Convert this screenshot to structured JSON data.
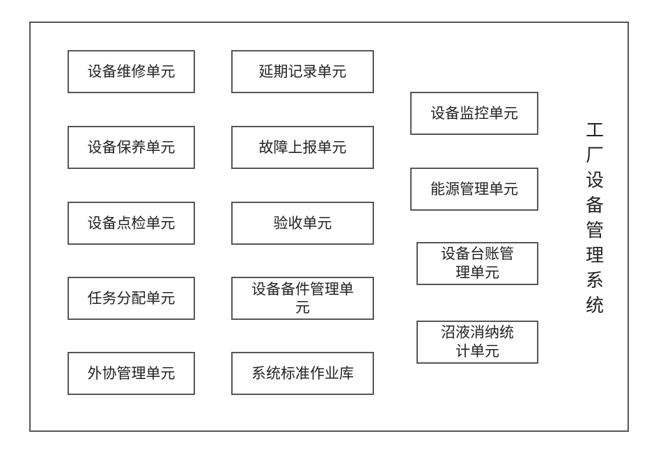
{
  "system_title_chars": [
    "工",
    "厂",
    "设",
    "备",
    "管",
    "理",
    "系",
    "统"
  ],
  "left_column": [
    "设备维修单元",
    "设备保养单元",
    "设备点检单元",
    "任务分配单元",
    "外协管理单元"
  ],
  "middle_column": [
    "延期记录单元",
    "故障上报单元",
    "验收单元",
    [
      "设备备件管理单",
      "元"
    ],
    "系统标准作业库"
  ],
  "right_column": [
    "设备监控单元",
    "能源管理单元",
    [
      "设备台账管",
      "理单元"
    ],
    [
      "沼液消纳统",
      "计单元"
    ]
  ]
}
